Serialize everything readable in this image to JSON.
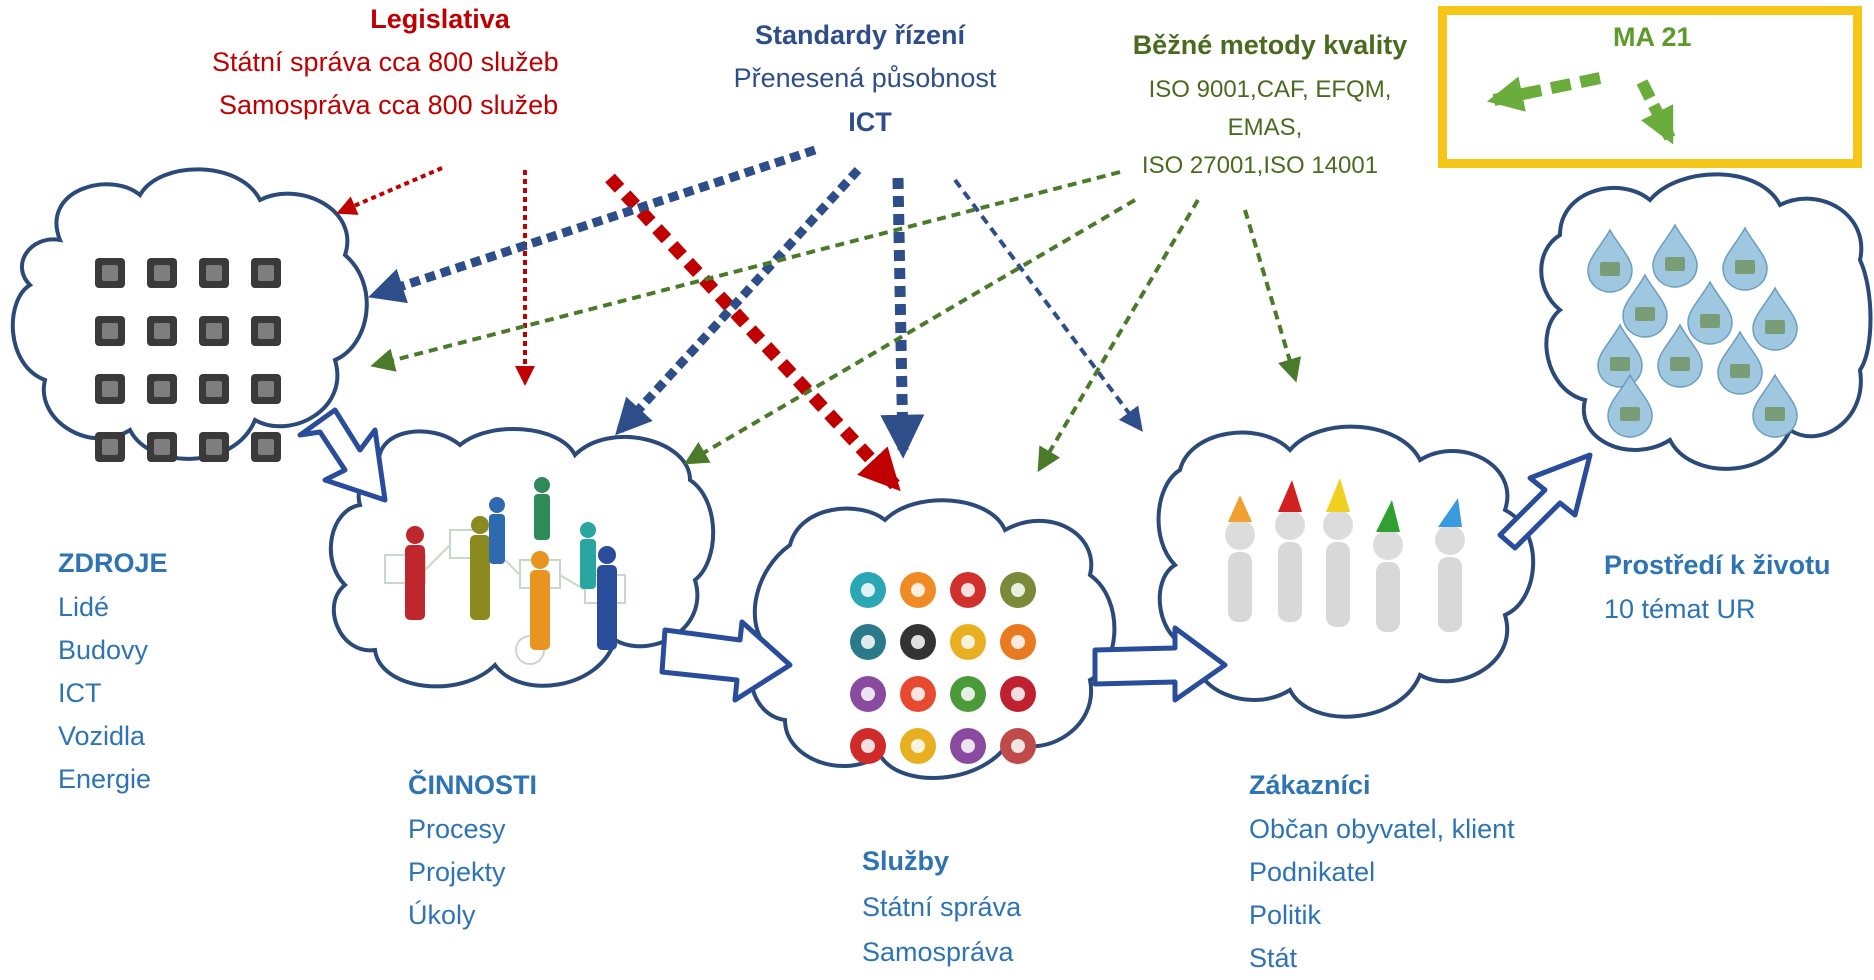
{
  "legislativa": {
    "title": "Legislativa",
    "line1": "Státní správa  cca 800 služeb",
    "line2": "Samospráva cca 800 služeb"
  },
  "standardy": {
    "title": "Standardy řízení",
    "line1": "Přenesená působnost",
    "line2": "ICT"
  },
  "kvalita": {
    "title": "Běžné metody kvality",
    "line1": "ISO 9001,CAF, EFQM,",
    "line2": "EMAS,",
    "line3": "ISO 27001,ISO 14001"
  },
  "ma21": {
    "title": "MA 21"
  },
  "zdroje": {
    "title": "ZDROJE",
    "items": [
      "Lidé",
      "Budovy",
      "ICT",
      "Vozidla",
      "Energie"
    ]
  },
  "cinnosti": {
    "title": "ČINNOSTI",
    "items": [
      "Procesy",
      "Projekty",
      "Úkoly"
    ]
  },
  "sluzby": {
    "title": "Služby",
    "items": [
      "Státní správa",
      "Samospráva"
    ]
  },
  "zakaznici": {
    "title": "Zákazníci",
    "items": [
      "Občan obyvatel, klient",
      "Podnikatel",
      "Politik",
      "Stát"
    ]
  },
  "prostredi": {
    "title": "Prostředí k životu",
    "items": [
      "10 témat UR"
    ]
  },
  "colors": {
    "legislativa": "#c00000",
    "standardy": "#2e4e8a",
    "kvalita": "#4a6b1f",
    "ma21_box": "#f5c518",
    "ma21_arrows": "#6aad3d",
    "labels": "#2e74b5",
    "flow_arrow": "#2a4d9b"
  },
  "icons": {
    "zdroje": [
      "people-icon",
      "manager-icon",
      "building-icon",
      "briefcase-icon",
      "chart-monitor-icon",
      "handshake-icon",
      "gears-icon",
      "binoculars-icon",
      "money-bag-icon",
      "meeting-icon",
      "coins-icon",
      "growth-chart-icon",
      "pen-icon",
      "presentation-icon",
      "head-gears-icon",
      "globe-icon"
    ],
    "sluzby": [
      "water-tap-icon",
      "lightbulb-icon",
      "bus-icon",
      "train-icon",
      "ship-icon",
      "road-icon",
      "power-tower-icon",
      "restroom-icon",
      "wind-turbine-icon",
      "fire-icon",
      "recycle-icon",
      "phone-icon",
      "ambulance-icon",
      "electricity-icon",
      "house-icon",
      "hydrant-icon"
    ],
    "prostredi": [
      "city-drop-icon",
      "nature-drop-icon",
      "house-drop-icon",
      "water-drop-icon",
      "building-drop-icon",
      "garden-drop-icon",
      "map-drop-icon",
      "road-drop-icon",
      "industry-drop-icon",
      "transport-drop-icon",
      "tap-drop-icon"
    ]
  }
}
